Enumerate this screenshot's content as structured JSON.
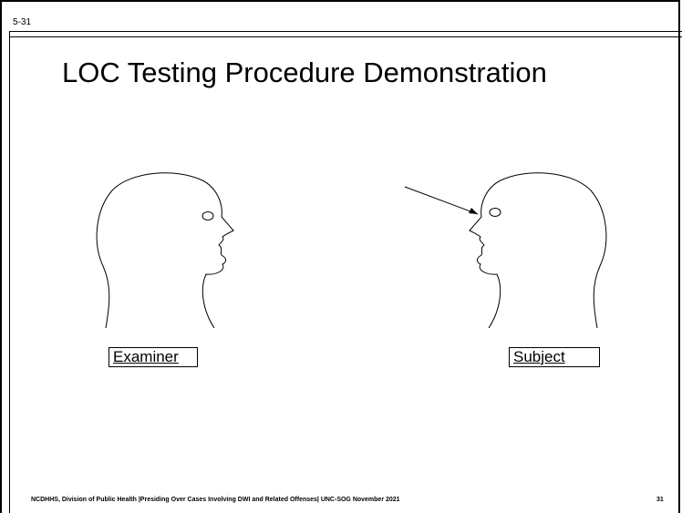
{
  "slide": {
    "label": "5-31",
    "title": "LOC Testing Procedure Demonstration"
  },
  "figure": {
    "left_label": "Examiner",
    "right_label": "Subject"
  },
  "footer": {
    "text": "NCDHHS, Division of Public Health |Presiding Over Cases Involving DWI and Related Offenses| UNC-SOG November 2021",
    "page_number": "31"
  }
}
